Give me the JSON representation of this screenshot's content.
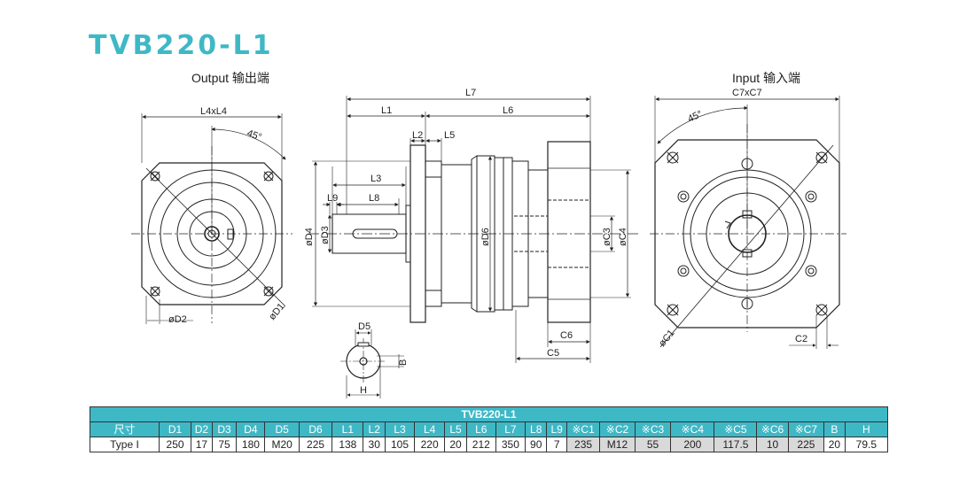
{
  "title": "TVB220-L1",
  "output_label": "Output 输出端",
  "input_label": "Input 输入端",
  "dims": {
    "L4xL4": "L4xL4",
    "angle45": "45°",
    "D2": "øD2",
    "D1": "øD1",
    "L7": "L7",
    "L1": "L1",
    "L6": "L6",
    "L2": "L2",
    "L5": "L5",
    "L3": "L3",
    "L8": "L8",
    "L9": "L9",
    "D4": "øD4",
    "D3": "øD3",
    "D6": "øD6",
    "C3": "øC3",
    "C4": "øC4",
    "C6": "C6",
    "C5": "C5",
    "D5": "D5",
    "B": "B",
    "H": "H",
    "C7xC7": "C7xC7",
    "C1": "øC1",
    "C2": "C2"
  },
  "table": {
    "header": "TVB220-L1",
    "columns": [
      "尺寸",
      "D1",
      "D2",
      "D3",
      "D4",
      "D5",
      "D6",
      "L1",
      "L2",
      "L3",
      "L4",
      "L5",
      "L6",
      "L7",
      "L8",
      "L9",
      "※C1",
      "※C2",
      "※C3",
      "※C4",
      "※C5",
      "※C6",
      "※C7",
      "B",
      "H"
    ],
    "row": [
      "Type I",
      "250",
      "17",
      "75",
      "180",
      "M20",
      "225",
      "138",
      "30",
      "105",
      "220",
      "20",
      "212",
      "350",
      "90",
      "7",
      "235",
      "M12",
      "55",
      "200",
      "117.5",
      "10",
      "225",
      "20",
      "79.5"
    ]
  }
}
